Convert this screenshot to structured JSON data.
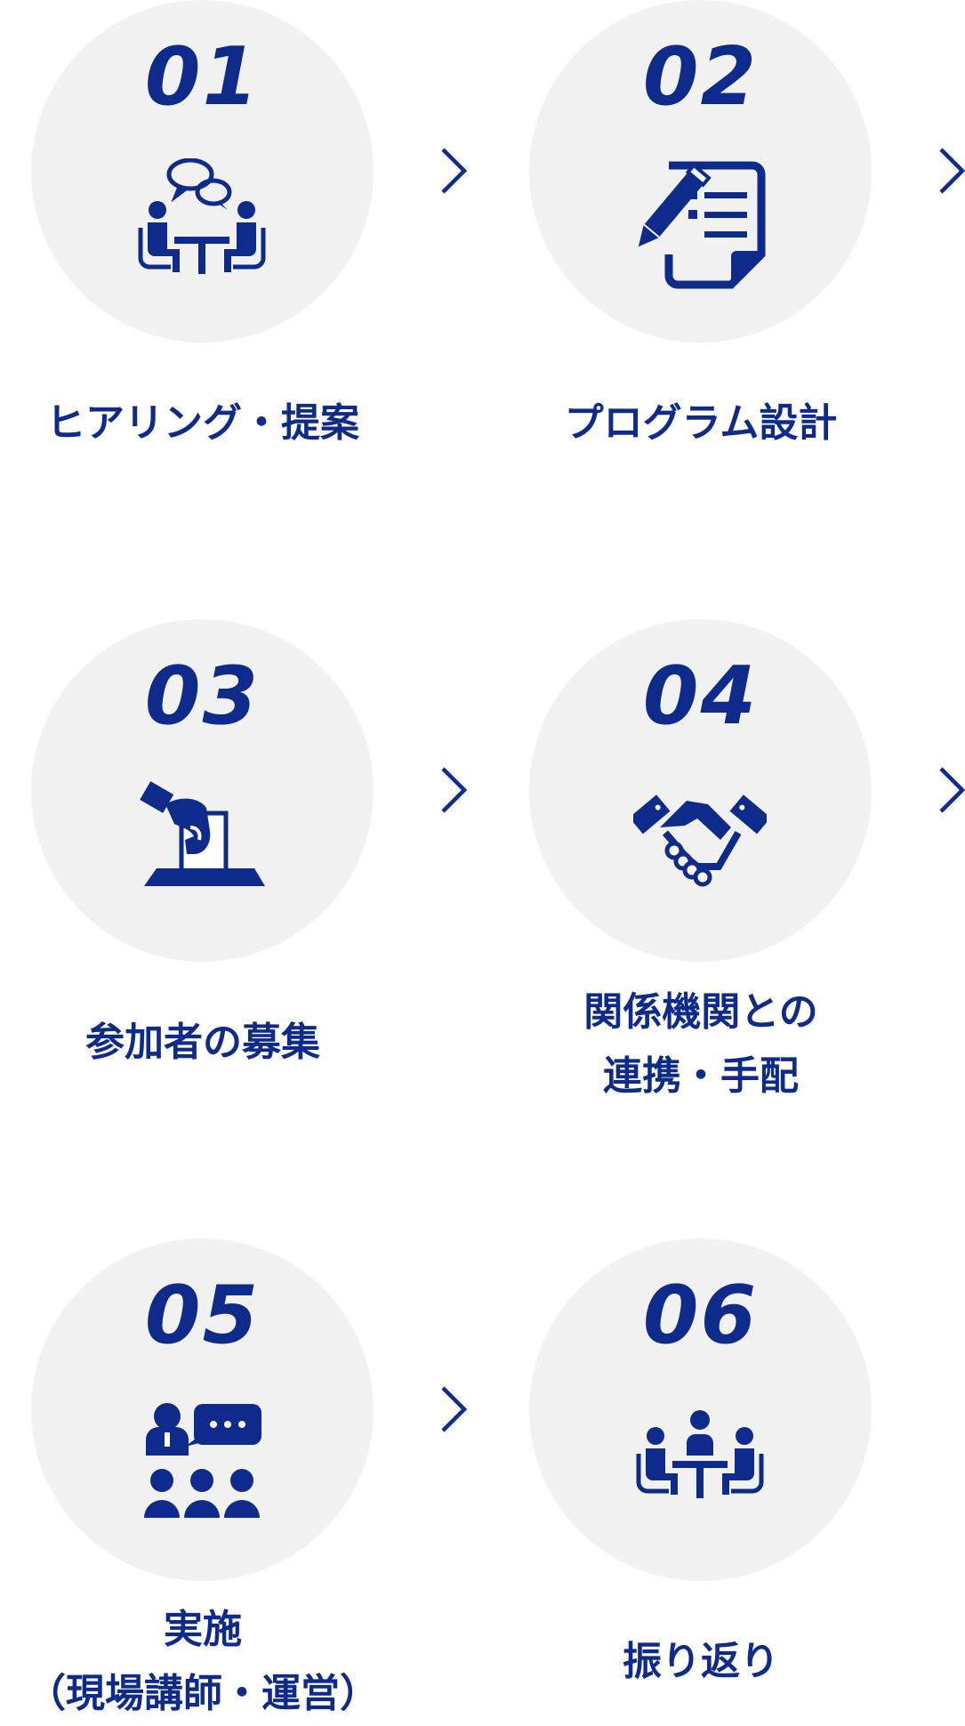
{
  "steps": [
    {
      "number": "01",
      "label_line1": "ヒアリング・提案",
      "label_line2": ""
    },
    {
      "number": "02",
      "label_line1": "プログラム設計",
      "label_line2": ""
    },
    {
      "number": "03",
      "label_line1": "参加者の募集",
      "label_line2": ""
    },
    {
      "number": "04",
      "label_line1": "関係機関との",
      "label_line2": "連携・手配"
    },
    {
      "number": "05",
      "label_line1": "実施",
      "label_line2": "（現場講師・運営）"
    },
    {
      "number": "06",
      "label_line1": "振り返り",
      "label_line2": ""
    }
  ],
  "icons": [
    "meeting-consultation-icon",
    "document-pencil-icon",
    "ballot-voting-icon",
    "handshake-icon",
    "presenter-audience-icon",
    "team-meeting-icon"
  ],
  "arrow_icon": "chevron-right-icon",
  "colors": {
    "accent": "#0e2b8c",
    "circle_bg": "#f1f1f2",
    "background": "#ffffff"
  }
}
